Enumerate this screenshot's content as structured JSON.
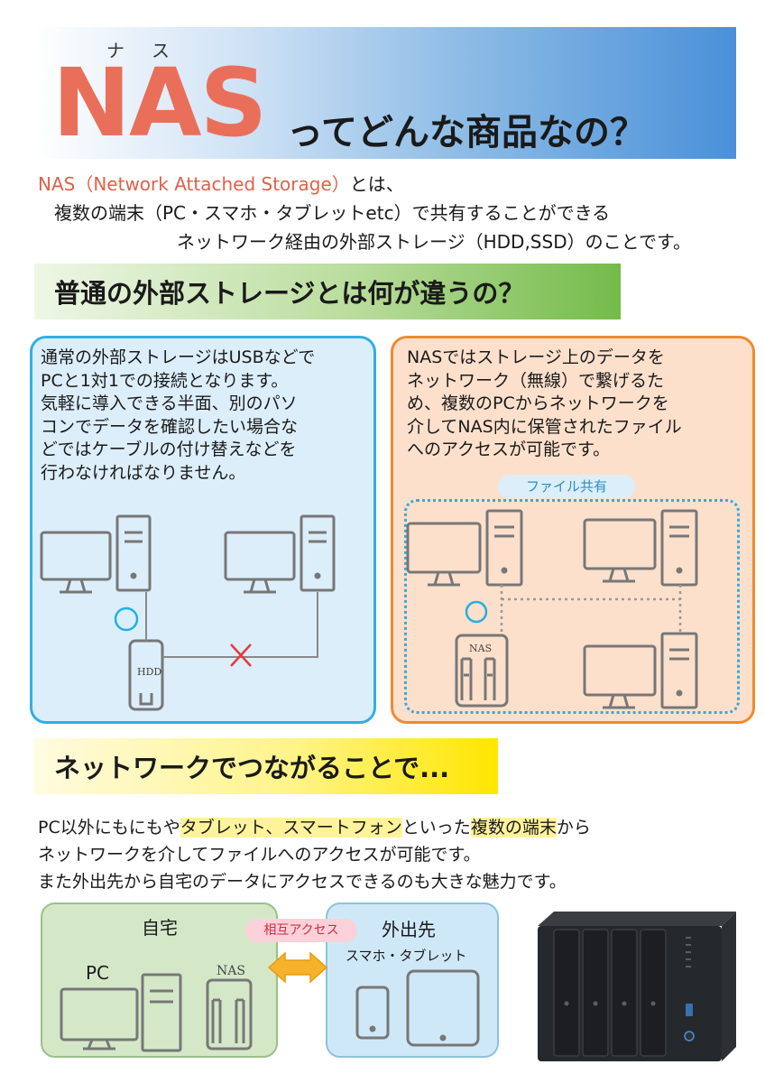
{
  "header": {
    "ruby": "ナス",
    "title_nas": "NAS",
    "title_rest": "ってどんな商品なの？"
  },
  "intro": {
    "line1_accent": "NAS（Network Attached Storage）",
    "line1_rest": "とは、",
    "line2": "複数の端末（PC・スマホ・タブレットetc）で共有することができる",
    "line3": "ネットワーク経由の外部ストレージ（HDD,SSD）のことです。"
  },
  "section1": {
    "title": "普通の外部ストレージとは何が違うの？"
  },
  "panel_usb": {
    "lines": [
      "通常の外部ストレージはUSBなどで",
      "PCと1対1での接続となります。",
      "気軽に導入できる半面、別のパソ",
      "コンでデータを確認したい場合な",
      "どではケーブルの付け替えなどを",
      "行わなければなりません。"
    ],
    "hdd_label": "HDD"
  },
  "panel_nas": {
    "lines": [
      "NASではストレージ上のデータを",
      "ネットワーク（無線）で繋げるた",
      "め、複数のPCからネットワークを",
      "介してNAS内に保管されたファイル",
      "へのアクセスが可能です。"
    ],
    "share_label": "ファイル共有",
    "nas_label": "NAS"
  },
  "section2": {
    "title": "ネットワークでつながることで..."
  },
  "body": {
    "l1_a": "PC以外にもにもや",
    "l1_b": "タブレット、スマートフォン",
    "l1_c": "といった",
    "l1_d": "複数の端末",
    "l1_e": "から",
    "line2": "ネットワークを介してファイルへのアクセスが可能です。",
    "line3": "また外出先から自宅のデータにアクセスできるのも大きな魅力です。"
  },
  "diagram": {
    "home_title": "自宅",
    "away_title": "外出先",
    "mutual_label": "相互アクセス",
    "pc_label": "PC",
    "nas_label": "NAS",
    "mobile_label": "スマホ・タブレット"
  },
  "colors": {
    "accent_red": "#ea6f5a",
    "panel_blue_border": "#33aee4",
    "panel_orange_border": "#ef8a2e",
    "highlight_yellow": "#fff39a"
  }
}
